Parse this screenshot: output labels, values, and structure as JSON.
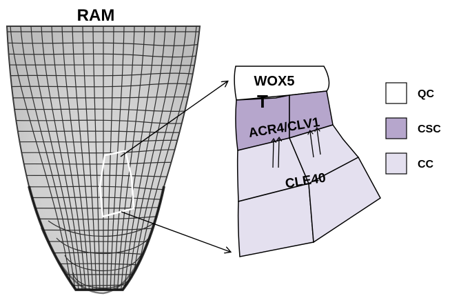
{
  "title": "RAM",
  "zoom": {
    "labels": {
      "qc": "WOX5",
      "csc": "ACR4/CLV1",
      "cc": "CLE40",
      "inhibit_symbol": "T"
    }
  },
  "legend": {
    "items": [
      {
        "label": "QC",
        "color": "#ffffff"
      },
      {
        "label": "CSC",
        "color": "#b6a6cc"
      },
      {
        "label": "CC",
        "color": "#e4e0ef"
      }
    ]
  },
  "colors": {
    "qc": "#ffffff",
    "csc": "#b6a6cc",
    "cc": "#e4e0ef",
    "outline": "#000000",
    "highlight_outline": "#ffffff",
    "root_fill": "#cfcfcf"
  }
}
